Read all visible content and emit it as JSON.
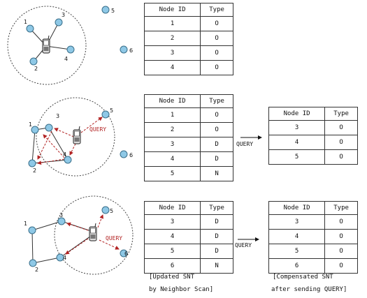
{
  "colors": {
    "node_fill": "#8ec8e6",
    "node_stroke": "#3a6f8a",
    "arrow_red": "#b22222",
    "line": "#333333"
  },
  "tables": {
    "t1": {
      "headers": [
        "Node ID",
        "Type"
      ],
      "rows": [
        [
          "1",
          "O"
        ],
        [
          "2",
          "O"
        ],
        [
          "3",
          "O"
        ],
        [
          "4",
          "O"
        ]
      ]
    },
    "t2": {
      "headers": [
        "Node ID",
        "Type"
      ],
      "rows": [
        [
          "1",
          "O"
        ],
        [
          "2",
          "O"
        ],
        [
          "3",
          "D"
        ],
        [
          "4",
          "D"
        ],
        [
          "5",
          "N"
        ]
      ]
    },
    "t3": {
      "headers": [
        "Node ID",
        "Type"
      ],
      "rows": [
        [
          "3",
          "O"
        ],
        [
          "4",
          "O"
        ],
        [
          "5",
          "O"
        ]
      ]
    },
    "t4": {
      "headers": [
        "Node ID",
        "Type"
      ],
      "rows": [
        [
          "3",
          "D"
        ],
        [
          "4",
          "D"
        ],
        [
          "5",
          "D"
        ],
        [
          "6",
          "N"
        ]
      ]
    },
    "t5": {
      "headers": [
        "Node ID",
        "Type"
      ],
      "rows": [
        [
          "3",
          "O"
        ],
        [
          "4",
          "O"
        ],
        [
          "5",
          "O"
        ],
        [
          "6",
          "O"
        ]
      ]
    }
  },
  "labels": {
    "query_arrow": "QUERY",
    "query_red": "QUERY",
    "caption_left_1": "[Updated SNT",
    "caption_left_2": "by Neighbor Scan]",
    "caption_right_1": "[Compensated SNT",
    "caption_right_2": "after sending QUERY]"
  },
  "nodes": {
    "p1": [
      "1",
      "2",
      "3",
      "4",
      "5",
      "6"
    ],
    "p2": [
      "1",
      "2",
      "3",
      "4",
      "5",
      "6"
    ],
    "p3": [
      "1",
      "2",
      "3",
      "4",
      "5",
      "6"
    ]
  }
}
